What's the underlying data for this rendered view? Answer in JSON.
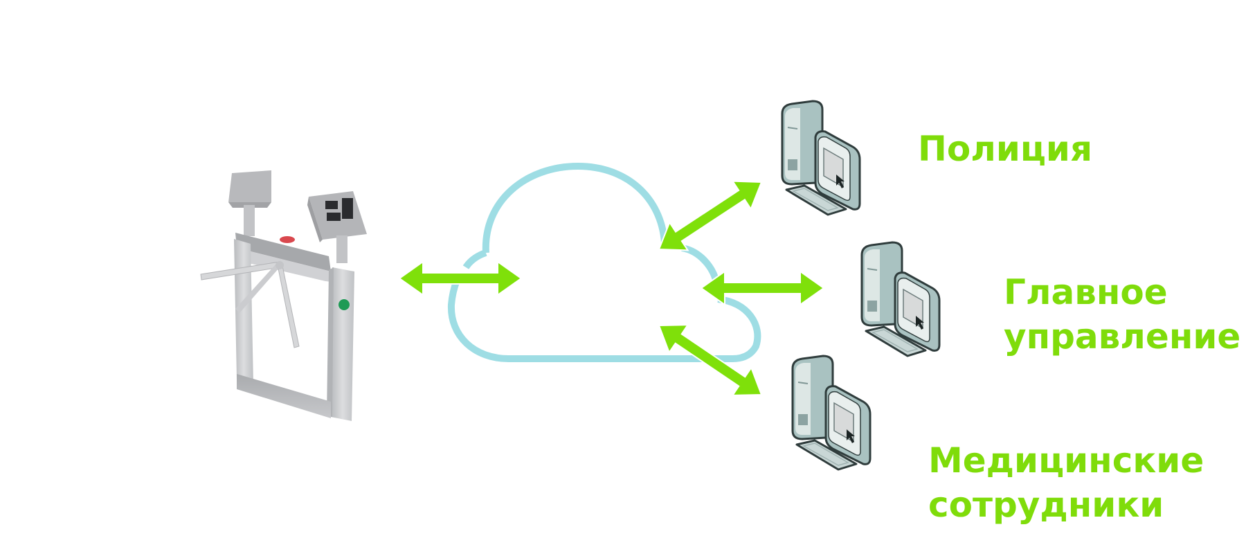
{
  "diagram": {
    "title": "",
    "colors": {
      "arrow": "#7FE00A",
      "cloud": "#9EDDE4",
      "label": "#7FDC0A",
      "computer_body": "#A9C2C1",
      "computer_face": "#DDE7E5",
      "computer_outline": "#2F3C3C",
      "turnstile": "#C9CACC"
    },
    "nodes": [
      {
        "id": "turnstile",
        "type": "turnstile",
        "icon": "turnstile-icon",
        "label": ""
      },
      {
        "id": "cloud",
        "type": "network",
        "icon": "cloud-icon",
        "label": ""
      },
      {
        "id": "police",
        "type": "workstation",
        "icon": "computer-icon",
        "label_lines": [
          "Полиция"
        ]
      },
      {
        "id": "hq",
        "type": "workstation",
        "icon": "computer-icon",
        "label_lines": [
          "Главное",
          "управление"
        ]
      },
      {
        "id": "medical",
        "type": "workstation",
        "icon": "computer-icon",
        "label_lines": [
          "Медицинские",
          "сотрудники"
        ]
      }
    ],
    "edges": [
      {
        "from": "turnstile",
        "to": "cloud",
        "direction": "bidirectional"
      },
      {
        "from": "cloud",
        "to": "police",
        "direction": "bidirectional"
      },
      {
        "from": "cloud",
        "to": "hq",
        "direction": "bidirectional"
      },
      {
        "from": "cloud",
        "to": "medical",
        "direction": "bidirectional"
      }
    ]
  }
}
